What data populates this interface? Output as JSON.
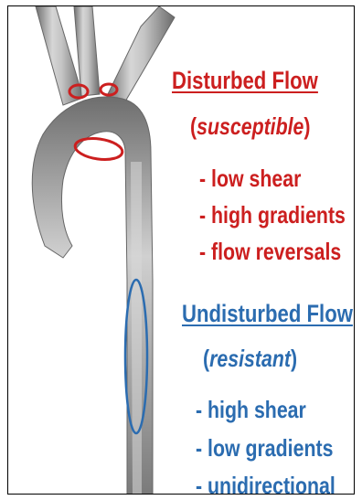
{
  "colors": {
    "disturbed": "#cc1f1f",
    "undisturbed": "#2b6cb0",
    "vessel": "#9a9a9a"
  },
  "disturbed": {
    "heading": "Disturbed Flow",
    "sub_open": "(",
    "sub_italic": "susceptible",
    "sub_close": ")",
    "items": [
      "- low shear",
      "- high gradients",
      "- flow reversals"
    ]
  },
  "undisturbed": {
    "heading": "Undisturbed Flow",
    "sub_open": "(",
    "sub_italic": "resistant",
    "sub_close": ")",
    "items": [
      "- high shear",
      "- low gradients",
      "- unidirectional"
    ]
  }
}
